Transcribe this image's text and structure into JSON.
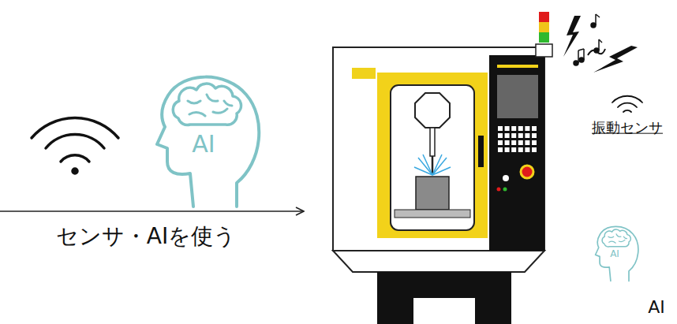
{
  "diagram": {
    "labels": [
      "AI",
      "センサ・AIを使う",
      "振動センサ",
      "AI",
      "AI"
    ]
  }
}
